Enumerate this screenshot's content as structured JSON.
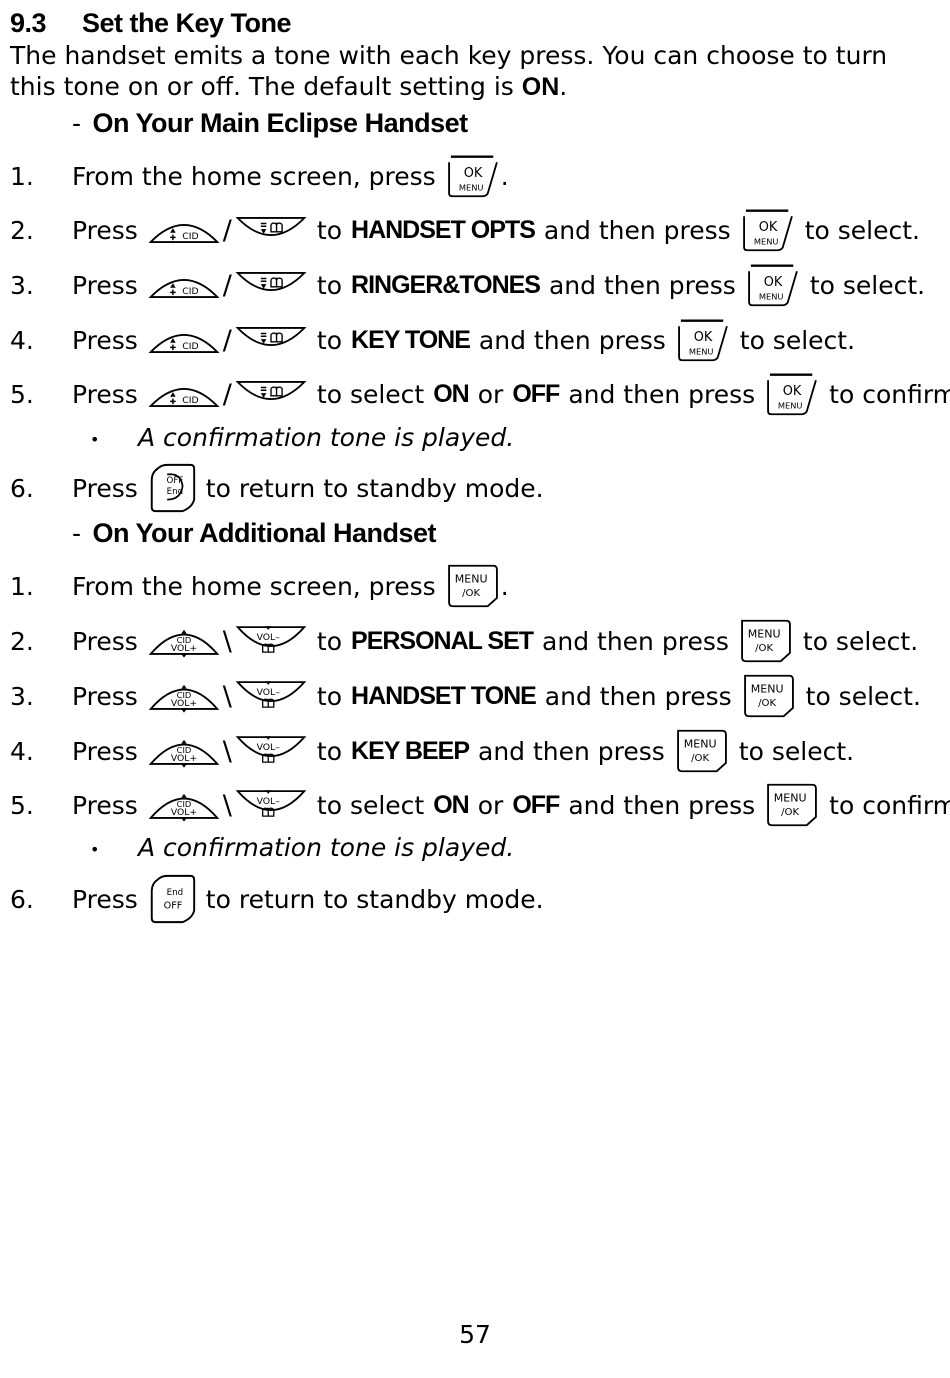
{
  "section": {
    "number": "9.3",
    "title": "Set the Key Tone",
    "intro_text": "The handset emits a tone with each key press. You can choose to turn this tone on or off. The default setting is ",
    "intro_default": "ON",
    "intro_end": "."
  },
  "main_handset": {
    "heading_dash": "-",
    "heading": "On Your Main Eclipse Handset",
    "steps": [
      {
        "n": "1.",
        "pre": "From the home screen, press",
        "post": "."
      },
      {
        "n": "2.",
        "pre": "Press",
        "sep": "/",
        "to": "to",
        "target": "HANDSET OPTS",
        "mid": "and then press",
        "post": "to select."
      },
      {
        "n": "3.",
        "pre": "Press",
        "sep": "/",
        "to": "to",
        "target": "RINGER&TONES",
        "mid": "and then press",
        "post": "to select."
      },
      {
        "n": "4.",
        "pre": "Press",
        "sep": "/",
        "to": "to",
        "target": "KEY TONE",
        "mid": "and then press",
        "post": "to select."
      },
      {
        "n": "5.",
        "pre": "Press",
        "sep": "/",
        "to": "to select",
        "on": "ON",
        "or": "or",
        "off": "OFF",
        "mid": "and then press",
        "post": "to confirm."
      },
      {
        "n": "6.",
        "pre": "Press",
        "post": "to return to standby mode."
      }
    ],
    "note": "A confirmation tone is played."
  },
  "additional_handset": {
    "heading_dash": "-",
    "heading": "On Your Additional Handset",
    "steps": [
      {
        "n": "1.",
        "pre": "From the home screen, press",
        "post": "."
      },
      {
        "n": "2.",
        "pre": "Press",
        "sep": "\\",
        "to": "to",
        "target": "PERSONAL SET",
        "mid": "and then press",
        "post": "to select."
      },
      {
        "n": "3.",
        "pre": "Press",
        "sep": "\\",
        "to": "to",
        "target": "HANDSET TONE",
        "mid": "and then press",
        "post": "to select."
      },
      {
        "n": "4.",
        "pre": "Press",
        "sep": "\\",
        "to": "to",
        "target": "KEY BEEP",
        "mid": "and then press",
        "post": "to select."
      },
      {
        "n": "5.",
        "pre": "Press",
        "sep": "\\",
        "to": "to select",
        "on": "ON",
        "or": "or",
        "off": "OFF",
        "mid": "and then press",
        "post": "to confirm."
      },
      {
        "n": "6.",
        "pre": "Press",
        "post": "to return to standby mode."
      }
    ],
    "note": "A confirmation tone is played."
  },
  "key_icons": {
    "ok_menu": {
      "icon": "ok-menu-key-icon",
      "top": "OK",
      "bottom": "MENU"
    },
    "menu_ok": {
      "icon": "menu-ok-key-icon",
      "top": "MENU",
      "bottom": "/OK"
    },
    "up_cid": {
      "icon": "up-cid-key-icon",
      "label": "CID"
    },
    "down_book": {
      "icon": "down-phonebook-key-icon"
    },
    "cid_vol_up": {
      "icon": "cid-vol-up-key-icon",
      "top": "CID",
      "bottom": "VOL+"
    },
    "vol_down_book": {
      "icon": "vol-down-phonebook-key-icon",
      "label": "VOL–"
    },
    "off_end": {
      "icon": "off-end-key-icon",
      "top": "OFF",
      "bottom": "End"
    },
    "end_off": {
      "icon": "end-off-key-icon",
      "top": "End",
      "bottom": "OFF"
    }
  },
  "page_number": "57"
}
